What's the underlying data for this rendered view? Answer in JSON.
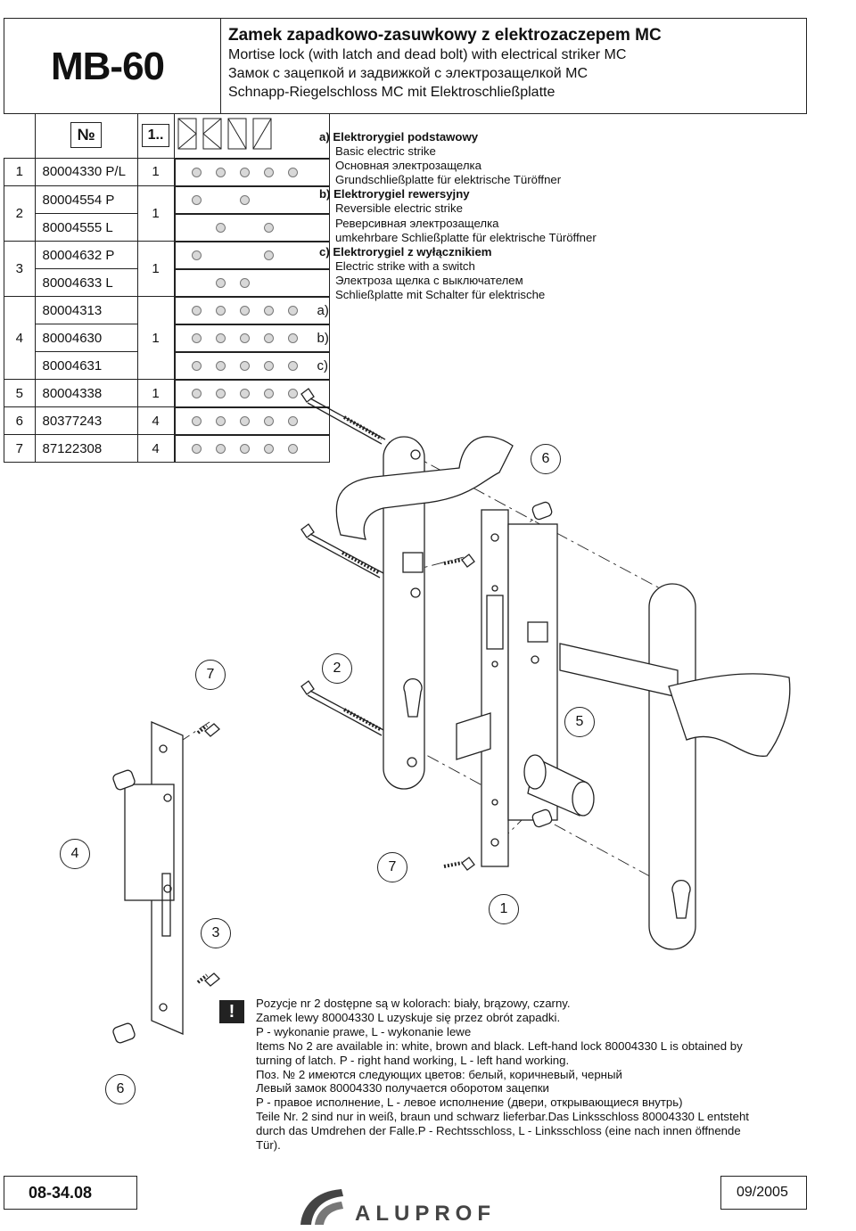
{
  "header": {
    "model": "MB-60",
    "title_pl": "Zamek zapadkowo-zasuwkowy z elektrozaczepem MC",
    "title_en": "Mortise lock (with latch and dead bolt) with electrical striker MC",
    "title_ru": "Замок с зацепкой и задвижкой с электрозащелкой МС",
    "title_de": "Schnapp-Riegelschloss MC mit Elektroschließplatte"
  },
  "table": {
    "no_label": "№",
    "qty_label": "1..",
    "rows": [
      {
        "no": "1",
        "code": "80004330 P/L",
        "qty": "1",
        "dots": [
          1,
          1,
          1,
          1,
          1
        ],
        "opt": ""
      },
      {
        "no": "2",
        "code": "80004554  P",
        "qty": "1",
        "dots": [
          1,
          0,
          1,
          0,
          0
        ],
        "opt": ""
      },
      {
        "no": "",
        "code": "80004555  L",
        "qty": "",
        "dots": [
          0,
          1,
          0,
          1,
          0
        ],
        "opt": ""
      },
      {
        "no": "3",
        "code": "80004632  P",
        "qty": "1",
        "dots": [
          1,
          0,
          0,
          1,
          0
        ],
        "opt": ""
      },
      {
        "no": "",
        "code": "80004633  L",
        "qty": "",
        "dots": [
          0,
          1,
          1,
          0,
          0
        ],
        "opt": ""
      },
      {
        "no": "",
        "code": "80004313",
        "qty": "",
        "dots": [
          1,
          1,
          1,
          1,
          1
        ],
        "opt": "a)"
      },
      {
        "no": "4",
        "code": "80004630",
        "qty": "1",
        "dots": [
          1,
          1,
          1,
          1,
          1
        ],
        "opt": "b)"
      },
      {
        "no": "",
        "code": "80004631",
        "qty": "",
        "dots": [
          1,
          1,
          1,
          1,
          1
        ],
        "opt": "c)"
      },
      {
        "no": "5",
        "code": "80004338",
        "qty": "1",
        "dots": [
          1,
          1,
          1,
          1,
          1
        ],
        "opt": ""
      },
      {
        "no": "6",
        "code": "80377243",
        "qty": "4",
        "dots": [
          1,
          1,
          1,
          1,
          1
        ],
        "opt": ""
      },
      {
        "no": "7",
        "code": "87122308",
        "qty": "4",
        "dots": [
          1,
          1,
          1,
          1,
          1
        ],
        "opt": ""
      }
    ]
  },
  "strikes": {
    "a_title": "a) Elektrorygiel podstawowy",
    "a_en": "Basic electric strike",
    "a_ru": "Основная электрозащелка",
    "a_de": "Grundschließplatte für elektrische Türöffner",
    "b_title": "b) Elektrorygiel rewersyjny",
    "b_en": "Reversible electric strike",
    "b_ru": "Реверсивная электрозащелка",
    "b_de": "umkehrbare Schließplatte für elektrische Türöffner",
    "c_title": "c) Elektrorygiel z wyłącznikiem",
    "c_en": "Electric strike with a switch",
    "c_ru": "Электроза щелка с выключателем",
    "c_de": "Schließplatte mit Schalter für elektrische"
  },
  "callouts": {
    "c6a": "6",
    "c7a": "7",
    "c2": "2",
    "c5": "5",
    "c4": "4",
    "c7b": "7",
    "c1": "1",
    "c3": "3",
    "c6b": "6"
  },
  "notes": {
    "warn": "!",
    "l1": "Pozycje nr 2 dostępne są w kolorach: biały, brązowy, czarny.",
    "l2": "Zamek lewy 80004330 L uzyskuje się przez obrót zapadki.",
    "l3": "P - wykonanie prawe, L - wykonanie lewe",
    "l4": "Items No 2 are available in: white, brown and black. Left-hand lock 80004330 L is obtained by",
    "l5": "turning of latch. P - right hand working, L - left hand working.",
    "l6": "Поз. № 2  имеются следующих цветов: белый, коричневый, черный",
    "l7": "Левый замок 80004330 получается оборотом зацепки",
    "l8": "P - правое исполнение, L - левое исполнение (двери, открывающиеся внутрь)",
    "l9": "Teile Nr. 2  sind nur in weiß, braun und schwarz lieferbar.Das Linksschloss 80004330 L  entsteht",
    "l10": "durch das Umdrehen der Falle.P - Rechtsschloss, L - Linksschloss (eine nach innen öffnende",
    "l11": "Tür)."
  },
  "footer": {
    "code": "08-34.08",
    "date": "09/2005",
    "brand": "ALUPROF"
  }
}
